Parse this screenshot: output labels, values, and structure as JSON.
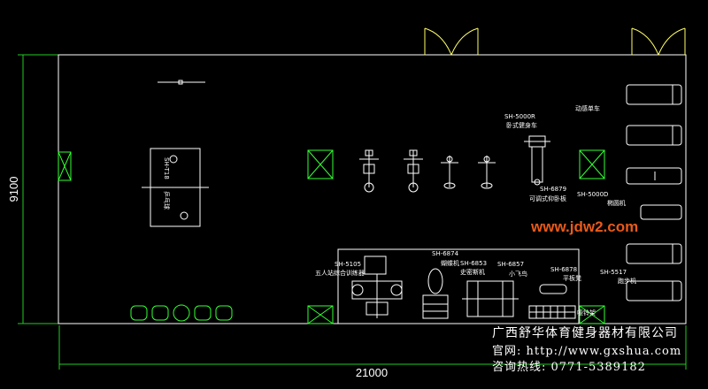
{
  "dimensions": {
    "width_label": "21000",
    "height_label": "9100"
  },
  "watermark": "www.jdw2.com",
  "company": {
    "name": "广西舒华体育健身器材有限公司",
    "website": "官网: http://www.gxshua.com",
    "hotline": "咨询热线: 0771-5389182"
  },
  "labels": {
    "table_code": "SH-T18",
    "table_name": "乒乓球",
    "bike_code": "SH-5000R",
    "bike_name": "卧式健身车",
    "upright_name": "动感单车",
    "elliptical_code": "SH-5000D",
    "elliptical_name": "椭圆机",
    "abdominal_code": "SH-6879",
    "abdominal_name": "可调式仰卧板",
    "multi_code": "SH-5105",
    "multi_name": "五人站综合训练器",
    "butterfly_code": "SH-6874",
    "butterfly_name": "蝴蝶机",
    "smith_code": "SH-6853",
    "smith_name": "史密斯机",
    "bird_code": "SH-6857",
    "bird_name": "小飞鸟",
    "flat_code": "SH-6878",
    "flat_name": "平板凳",
    "treadmill_code": "SH-5517",
    "treadmill_name": "跑步机",
    "rack_name": "哑铃架"
  },
  "colors": {
    "line": "#33ff33",
    "dim": "#22cc22",
    "text": "#ffffff",
    "wall": "#ffffff",
    "door": "#ffff66",
    "watermark": "#e85a1a"
  }
}
